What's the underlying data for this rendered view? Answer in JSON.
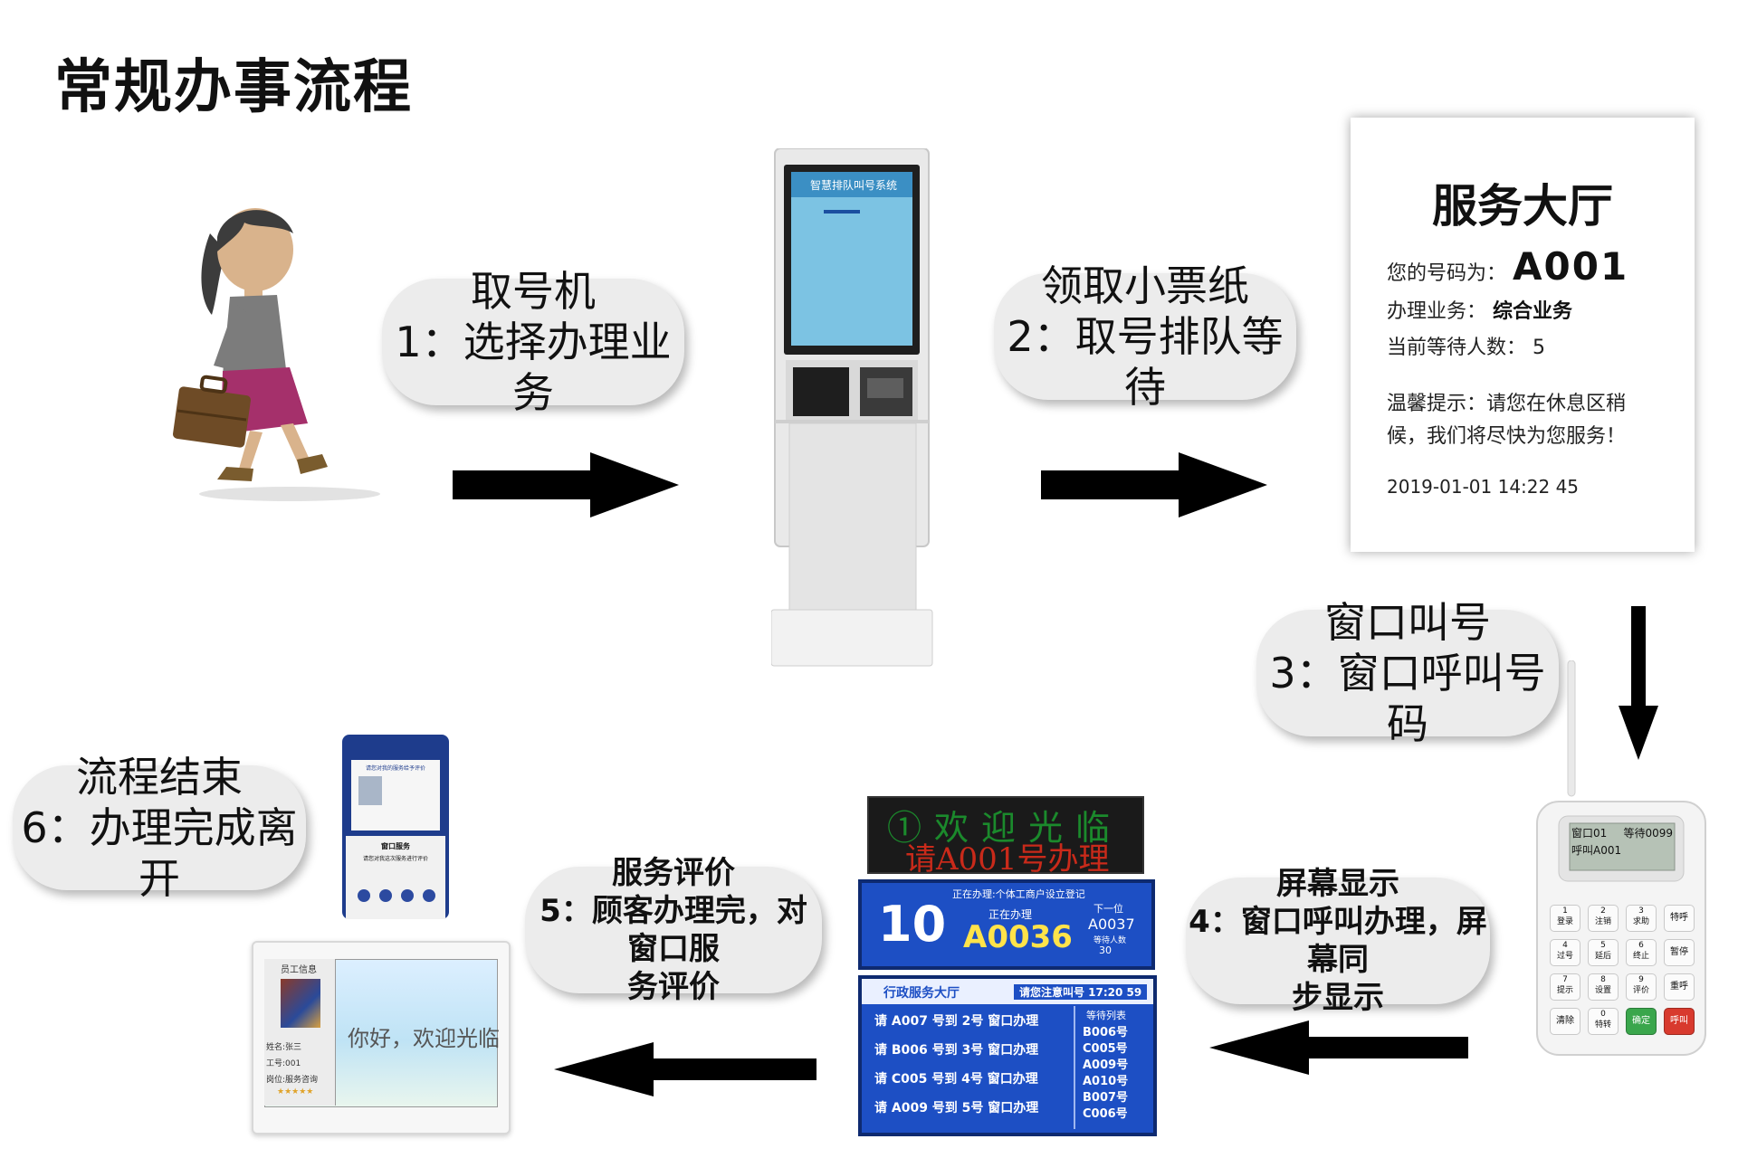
{
  "title": "常规办事流程",
  "steps": {
    "s1": {
      "l1": "取号机",
      "l2": "1：选择办理业务"
    },
    "s2": {
      "l1": "领取小票纸",
      "l2": "2：取号排队等待"
    },
    "s3": {
      "l1": "窗口叫号",
      "l2": "3：窗口呼叫号码"
    },
    "s4": {
      "l1": "屏幕显示",
      "l2": "4：窗口呼叫办理，屏幕同",
      "l3": "步显示"
    },
    "s5": {
      "l1": "服务评价",
      "l2": "5：顾客办理完，对窗口服",
      "l3": "务评价"
    },
    "s6": {
      "l1": "流程结束",
      "l2": "6：办理完成离开"
    }
  },
  "ticket": {
    "title": "服务大厅",
    "number_label": "您的号码为：",
    "number": "A001",
    "business_label": "办理业务：",
    "business": "综合业务",
    "waiting_label": "当前等待人数：",
    "waiting": "5",
    "tip_line1": "温馨提示：请您在休息区稍",
    "tip_line2": "候，我们将尽快为您服务！",
    "datetime": "2019-01-01 14:22 45"
  },
  "kiosk": {
    "screen_text": "智慧排队叫号系统"
  },
  "caller": {
    "screen_line1_left": "窗口01",
    "screen_line1_right": "等待0099",
    "screen_line2": "呼叫A001",
    "keys": [
      {
        "num": "1",
        "label": "登录"
      },
      {
        "num": "2",
        "label": "注销"
      },
      {
        "num": "3",
        "label": "求助"
      },
      {
        "num": "",
        "label": "特呼"
      },
      {
        "num": "4",
        "label": "过号"
      },
      {
        "num": "5",
        "label": "延后"
      },
      {
        "num": "6",
        "label": "终止"
      },
      {
        "num": "",
        "label": "暂停"
      },
      {
        "num": "7",
        "label": "提示"
      },
      {
        "num": "8",
        "label": "设置"
      },
      {
        "num": "9",
        "label": "评价"
      },
      {
        "num": "",
        "label": "重呼"
      },
      {
        "num": "",
        "label": "清除"
      },
      {
        "num": "0",
        "label": "特转"
      },
      {
        "num": "",
        "label": "确定"
      },
      {
        "num": "",
        "label": "呼叫"
      }
    ]
  },
  "led": {
    "line1": "①欢迎光临",
    "line2": "请A001号办理"
  },
  "display1": {
    "top": "正在办理:个体工商户设立登记",
    "window": "10",
    "current_label": "正在办理",
    "current": "A0036",
    "next_label": "下一位",
    "next": "A0037",
    "wait_label": "等待人数",
    "wait": "30"
  },
  "display2": {
    "header_left": "行政服务大厅",
    "header_right": "请您注意叫号 17:20 59",
    "rows": [
      "请 A007 号到 2号 窗口办理",
      "请 B006 号到 3号 窗口办理",
      "请 C005 号到 4号 窗口办理",
      "请 A009 号到 5号 窗口办理"
    ],
    "list_title": "等待列表",
    "list": [
      "B006号",
      "C005号",
      "A009号",
      "A010号",
      "B007号",
      "C006号"
    ]
  },
  "evaluator": {
    "card_title": "请您对我的服务给予评价",
    "label1": "窗口服务",
    "label2": "请您对我这次服务进行评价"
  },
  "tablet": {
    "panel_title": "员工信息",
    "name": "姓名:张三",
    "id": "工号:001",
    "post": "岗位:服务咨询",
    "stars": "★★★★★",
    "greeting": "你好，欢迎光临"
  }
}
